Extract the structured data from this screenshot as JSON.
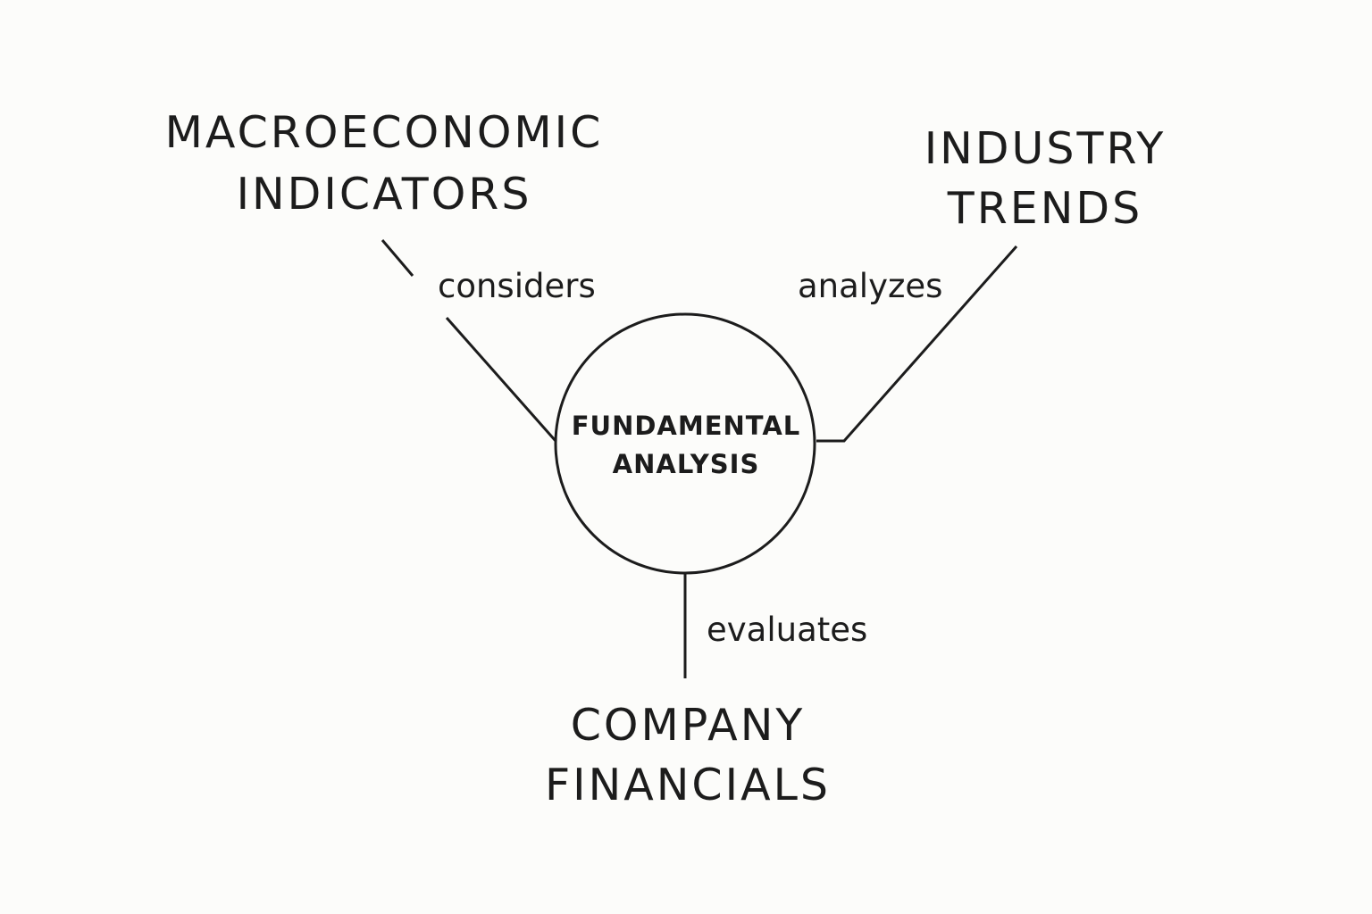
{
  "center": {
    "line1": "FUNDAMENTAL",
    "line2": "ANALYSIS"
  },
  "nodes": {
    "macro": {
      "line1": "MACROECONOMIC",
      "line2": "INDICATORS"
    },
    "industry": {
      "line1": "INDUSTRY",
      "line2": "TRENDS"
    },
    "company": {
      "line1": "COMPANY",
      "line2": "FINANCIALS"
    }
  },
  "edges": {
    "macro": "considers",
    "industry": "analyzes",
    "company": "evaluates"
  }
}
